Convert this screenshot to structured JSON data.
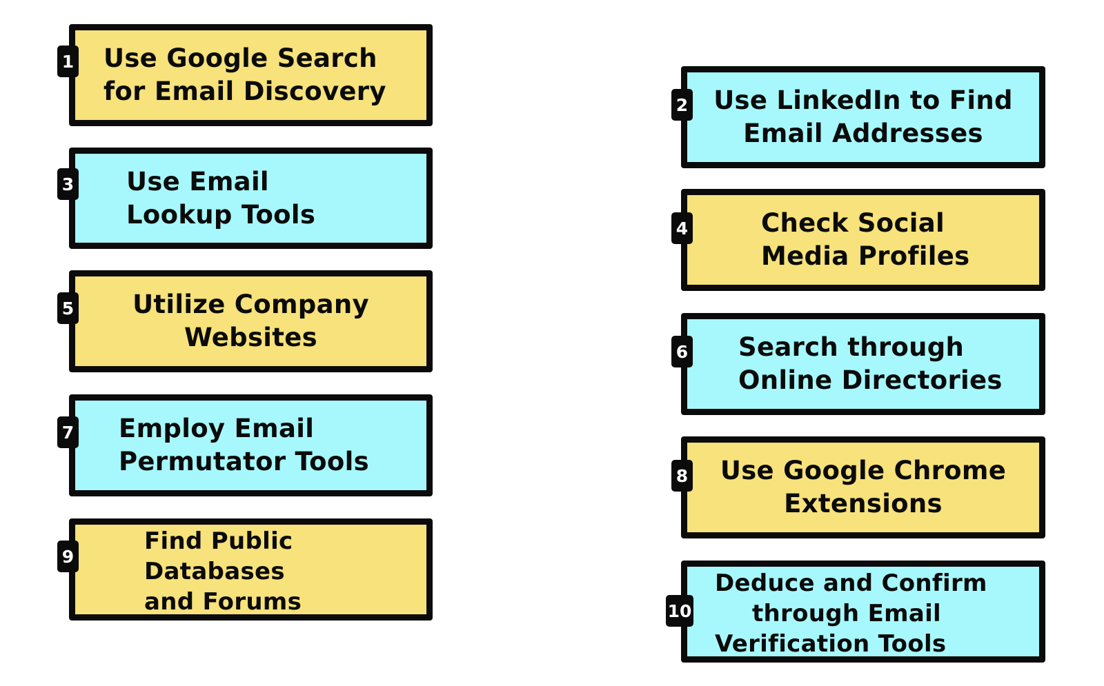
{
  "colors": {
    "yellow": "#f7e27b",
    "cyan": "#a6f8fc",
    "border": "#0b0b0b"
  },
  "steps": [
    {
      "number": "1",
      "line1": "Use Google Search",
      "line2": "for Email Discovery",
      "color": "yellow"
    },
    {
      "number": "2",
      "line1": "Use LinkedIn to Find",
      "line2": "Email Addresses",
      "color": "cyan"
    },
    {
      "number": "3",
      "line1": "Use Email",
      "line2": "Lookup Tools",
      "color": "cyan"
    },
    {
      "number": "4",
      "line1": "Check Social",
      "line2": "Media Profiles",
      "color": "yellow"
    },
    {
      "number": "5",
      "line1": "Utilize Company",
      "line2": "Websites",
      "color": "yellow"
    },
    {
      "number": "6",
      "line1": "Search through",
      "line2": "Online Directories",
      "color": "cyan"
    },
    {
      "number": "7",
      "line1": "Employ Email",
      "line2": "Permutator Tools",
      "color": "cyan"
    },
    {
      "number": "8",
      "line1": "Use Google Chrome",
      "line2": "Extensions",
      "color": "yellow"
    },
    {
      "number": "9",
      "line1": "Find Public",
      "line2": "Databases",
      "line3": "and Forums",
      "color": "yellow"
    },
    {
      "number": "10",
      "line1": "Deduce and Confirm",
      "line2": "through Email",
      "line3": "Verification Tools",
      "color": "cyan"
    }
  ]
}
